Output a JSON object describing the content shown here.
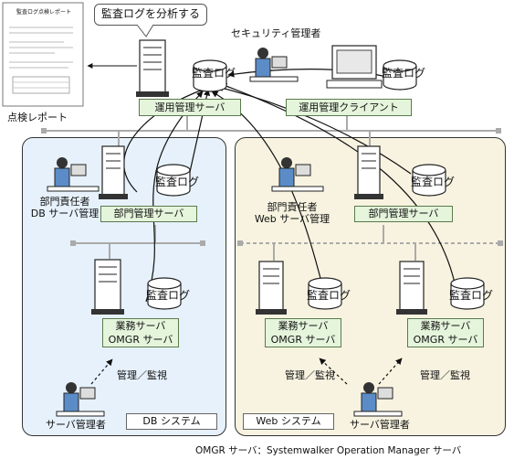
{
  "callout": "監査ログを分析する",
  "report": {
    "label": "点検レポート",
    "title": "監査ログ点検レポート"
  },
  "top": {
    "security_admin": "セキュリティ管理者",
    "audit_log_main": "監査ログ",
    "audit_log_client": "監査ログ",
    "ops_server": "運用管理サーバ",
    "ops_client": "運用管理クライアント"
  },
  "db_system": {
    "name": "DB システム",
    "manager_line1": "部門責任者",
    "manager_line2": "DB サーバ管理",
    "dept_server": "部門管理サーバ",
    "dept_log": "監査ログ",
    "biz_log": "監査ログ",
    "biz_server_line1": "業務サーバ",
    "biz_server_line2": "OMGR サーバ",
    "manage_monitor": "管理／監視",
    "server_admin": "サーバ管理者"
  },
  "web_system": {
    "name": "Web システム",
    "manager_line1": "部門責任者",
    "manager_line2": "Web サーバ管理",
    "dept_server": "部門管理サーバ",
    "dept_log": "監査ログ",
    "biz1_log": "監査ログ",
    "biz1_line1": "業務サーバ",
    "biz1_line2": "OMGR サーバ",
    "biz2_log": "監査ログ",
    "biz2_line1": "業務サーバ",
    "biz2_line2": "OMGR サーバ",
    "manage_monitor_1": "管理／監視",
    "manage_monitor_2": "管理／監視",
    "server_admin": "サーバ管理者"
  },
  "footnote": "OMGR サーバ：Systemwalker Operation Manager サーバ",
  "colors": {
    "db_panel": "#e6f1fb",
    "web_panel": "#f7f3e0",
    "label_fill": "#e5f5dc",
    "label_border": "#5b7a4b",
    "arrow": "#111111"
  }
}
